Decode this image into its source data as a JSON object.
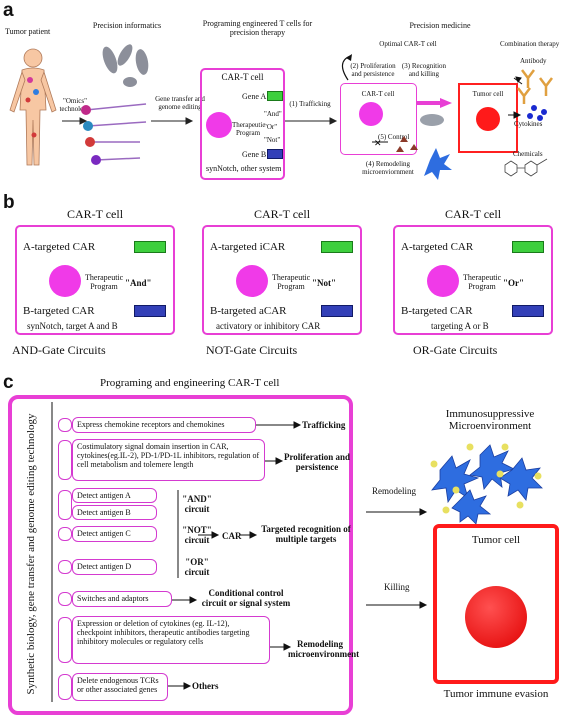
{
  "panel_a": {
    "letter": "a",
    "tumor_patient": "Tumor patient",
    "precision_informatics": "Precision informatics",
    "omics": "\"Omics\" technology",
    "gene_transfer": "Gene transfer and genome editing",
    "programing_title": "Programing engineered T cells for precision therapy",
    "cart_cell": "CAR-T cell",
    "gene_a": "Gene A",
    "gene_b": "Gene B",
    "therapeutic_program": "Therapeutic Program",
    "and": "\"And\"",
    "or": "\"Or\"",
    "not": "\"Not\"",
    "synnotch": "synNotch, other system",
    "trafficking": "(1) Trafficking",
    "precision_medicine": "Precision medicine",
    "optimal_cart": "Optimal CAR-T cell",
    "proliferation": "(2) Proliferation and persistence",
    "recognition": "(3) Recognition and killing",
    "cart_cell2": "CAR-T cell",
    "tumor_cell": "Tumor cell",
    "control": "(5) Control",
    "remodeling": "(4) Remodeling microenviornment",
    "combination": "Combination therapy",
    "antibody": "Antibody",
    "cytokines": "Cytokines",
    "chemicals": "Chemicals"
  },
  "panel_b": {
    "letter": "b",
    "gates": [
      {
        "title": "CAR-T cell",
        "car_a": "A-targeted CAR",
        "program": "Therapeutic Program",
        "logic": "\"And\"",
        "car_b": "B-targeted CAR",
        "note": "synNotch, target A and B",
        "caption": "AND-Gate Circuits"
      },
      {
        "title": "CAR-T cell",
        "car_a": "A-targeted iCAR",
        "program": "Therapeutic Program",
        "logic": "\"Not\"",
        "car_b": "B-targeted aCAR",
        "note": "activatory or inhibitory CAR",
        "caption": "NOT-Gate Circuits"
      },
      {
        "title": "CAR-T cell",
        "car_a": "A-targeted CAR",
        "program": "Therapeutic Program",
        "logic": "\"Or\"",
        "car_b": "B-targeted CAR",
        "note": "targeting A or B",
        "caption": "OR-Gate Circuits"
      }
    ]
  },
  "panel_c": {
    "letter": "c",
    "title": "Programing and engineering CAR-T cell",
    "vertical_label": "Synthetic biology, gene transfer and genome editing technology",
    "items": {
      "chemokine": "Express chemokine receptors and chemokines",
      "costim": "Costimulatory signal domain insertion in CAR, cytokines(eg.IL-2), PD-1/PD-1L inhibitors, regulation of cell metabolism and tolemere length",
      "detect_a": "Detect antigen A",
      "detect_b": "Detect antigen B",
      "detect_c": "Detect antigen C",
      "detect_d": "Detect antigen D",
      "switches": "Switches and adaptors",
      "expression": "Expression or deletion of cytokines (eg. IL-12), checkpoint inhibitors, therapeutic antibodies targeting inhibitory molecules or regulatory cells",
      "delete": "Delete endogenous TCRs or other associated genes"
    },
    "circuits": {
      "and": "\"AND\" circuit",
      "not": "\"NOT\" circuit",
      "or": "\"OR\" circuit",
      "car": "CAR"
    },
    "outcomes": {
      "trafficking": "Trafficking",
      "proliferation": "Proliferation and persistence",
      "targeted": "Targeted recognition of multiple targets",
      "conditional": "Conditional control circuit or signal system",
      "remodeling": "Remodeling microenvironment",
      "others": "Others"
    },
    "right": {
      "immunosuppressive": "Immunosuppressive Microenvironment",
      "remodeling": "Remodeling",
      "killing": "Killing",
      "tumor_cell": "Tumor cell",
      "tumor_evasion": "Tumor immune evasion"
    }
  },
  "colors": {
    "magenta": "#e83fd5",
    "green": "#3ecf3e",
    "blue": "#3340b8",
    "red": "#ff1a1a"
  }
}
